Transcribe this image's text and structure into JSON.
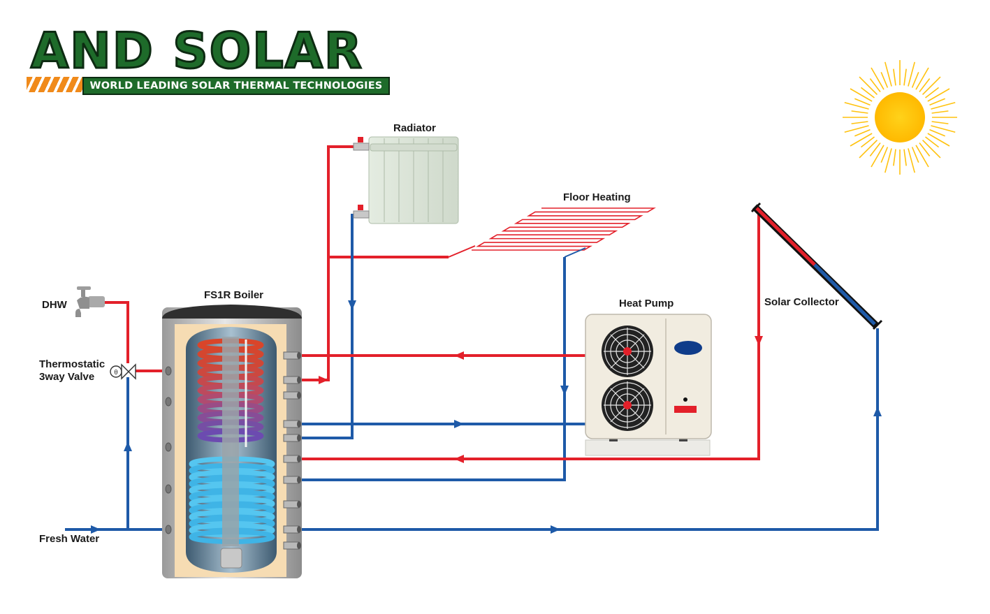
{
  "logo": {
    "brand": "AND SOLAR",
    "tagline": "WORLD LEADING SOLAR THERMAL TECHNOLOGIES"
  },
  "labels": {
    "radiator": "Radiator",
    "floor_heating": "Floor Heating",
    "solar_collector": "Solar Collector",
    "heat_pump": "Heat Pump",
    "boiler": "FS1R Boiler",
    "dhw": "DHW",
    "valve_line1": "Thermostatic",
    "valve_line2": "3way Valve",
    "fresh_water": "Fresh Water"
  },
  "colors": {
    "hot_pipe": "#e3202a",
    "cold_pipe": "#1e5aa8",
    "brand_green": "#1e6b2a",
    "sun": "#ffc20e"
  }
}
